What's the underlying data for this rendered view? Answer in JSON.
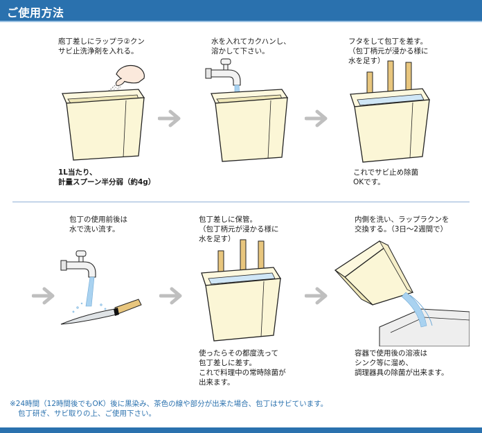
{
  "header": {
    "title": "ご使用方法"
  },
  "steps": [
    {
      "top": [
        "庖丁差しにラップラ②クン",
        "サビ止洗浄剤を入れる。"
      ],
      "bottom": [
        "1L当たり、",
        "計量スプーン半分弱（約4g）"
      ]
    },
    {
      "top": [
        "水を入れてカクハンし、",
        "溶かして下さい。"
      ]
    },
    {
      "top": [
        "フタをして包丁を差す。",
        "（包丁柄元が浸かる様に",
        "水を足す）"
      ],
      "bottom": [
        "これでサビ止め除菌",
        "OKです。"
      ]
    },
    {
      "top": [
        "包丁の使用前後は",
        "水で洗い流す。"
      ]
    },
    {
      "top": [
        "包丁差しに保管。",
        "（包丁柄元が浸かる様に",
        "水を足す）"
      ],
      "bottom": [
        "使ったらその都度洗って",
        "包丁差しに差す。",
        "これで料理中の常時除菌が",
        "出来ます。"
      ]
    },
    {
      "top": [
        "内側を洗い、ラップラクンを",
        "交換する。（3日～2週間で）"
      ],
      "bottom": [
        "容器で使用後の溶液は",
        "シンク等に溜め、",
        "調理器具の除菌が出来ます。"
      ]
    }
  ],
  "footer": [
    "※24時間（12時間後でもOK）後に黒染み、茶色の線や部分が出来た場合、包丁はサビています。",
    "包丁研ぎ、サビ取りの上、ご使用下さい。"
  ],
  "colors": {
    "header": "#2a71ae",
    "container": "#fbf6d6",
    "outline": "#222222",
    "water": "#a9d2f0",
    "arrow": "#bfbfbf",
    "wood": "#e8c67e"
  }
}
